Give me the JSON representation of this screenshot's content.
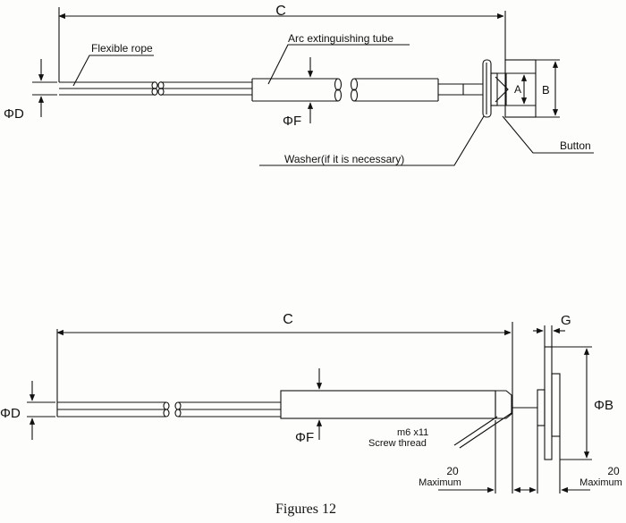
{
  "figure_caption": "Figures 12",
  "top_diagram": {
    "dim_overall_length": "C",
    "label_rope": "Flexible rope",
    "label_tube": "Arc extinguishing tube",
    "dim_rope_diameter": "ΦD",
    "dim_tube_diameter": "ΦF",
    "label_washer": "Washer(if it is necessary)",
    "label_button": "Button",
    "dim_button_inner": "A",
    "dim_button_outer": "B"
  },
  "bottom_diagram": {
    "dim_overall_length": "C",
    "dim_rope_diameter": "ΦD",
    "dim_tube_diameter": "ΦF",
    "dim_head_thickness": "G",
    "dim_head_diameter": "ΦB",
    "label_thread_size": "m6 x11",
    "label_thread": "Screw thread",
    "dim_left_gap_value": "20",
    "dim_left_gap_note": "Maximum",
    "dim_right_gap_value": "20",
    "dim_right_gap_note": "Maximum"
  },
  "colors": {
    "ink": "#111111",
    "paper": "#fdfdfb"
  }
}
